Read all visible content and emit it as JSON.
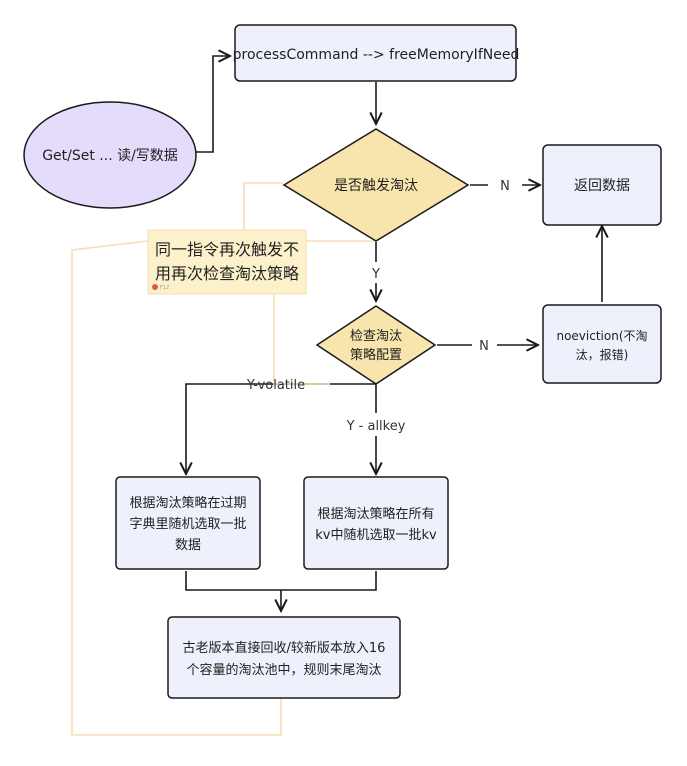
{
  "diagram": {
    "nodes": {
      "start": "Get/Set ... 读/写数据",
      "process_command": "processCommand --> freeMemoryIfNeed",
      "trigger_check": "是否触发淘汰",
      "return_data": "返回数据",
      "policy_check_line1": "检查淘汰",
      "policy_check_line2": "策略配置",
      "noeviction_line1": "noeviction(不淘",
      "noeviction_line2": "汰，报错)",
      "volatile_line1": "根据淘汰策略在过期",
      "volatile_line2": "字典里随机选取一批",
      "volatile_line3": "数据",
      "allkey_line1": "根据淘汰策略在所有",
      "allkey_line2": "kv中随机选取一批kv",
      "pool_line1": "古老版本直接回收/较新版本放入16",
      "pool_line2": "个容量的淘汰池中，规则末尾淘汰"
    },
    "edges": {
      "trigger_no": "N",
      "trigger_yes": "Y",
      "policy_no": "N",
      "policy_volatile": "Y-volatile",
      "policy_allkey": "Y - allkey"
    },
    "note": {
      "line1": "同一指令再次触发不",
      "line2": "用再次检查淘汰策略",
      "tag": "F12"
    }
  },
  "colors": {
    "process_fill": "#eef1fb",
    "decision_fill": "#f8e4ad",
    "start_fill": "#e5dbfb",
    "stroke": "#1a1a1a",
    "note_fill": "#fdf1cc",
    "note_line": "#f5deb0"
  }
}
